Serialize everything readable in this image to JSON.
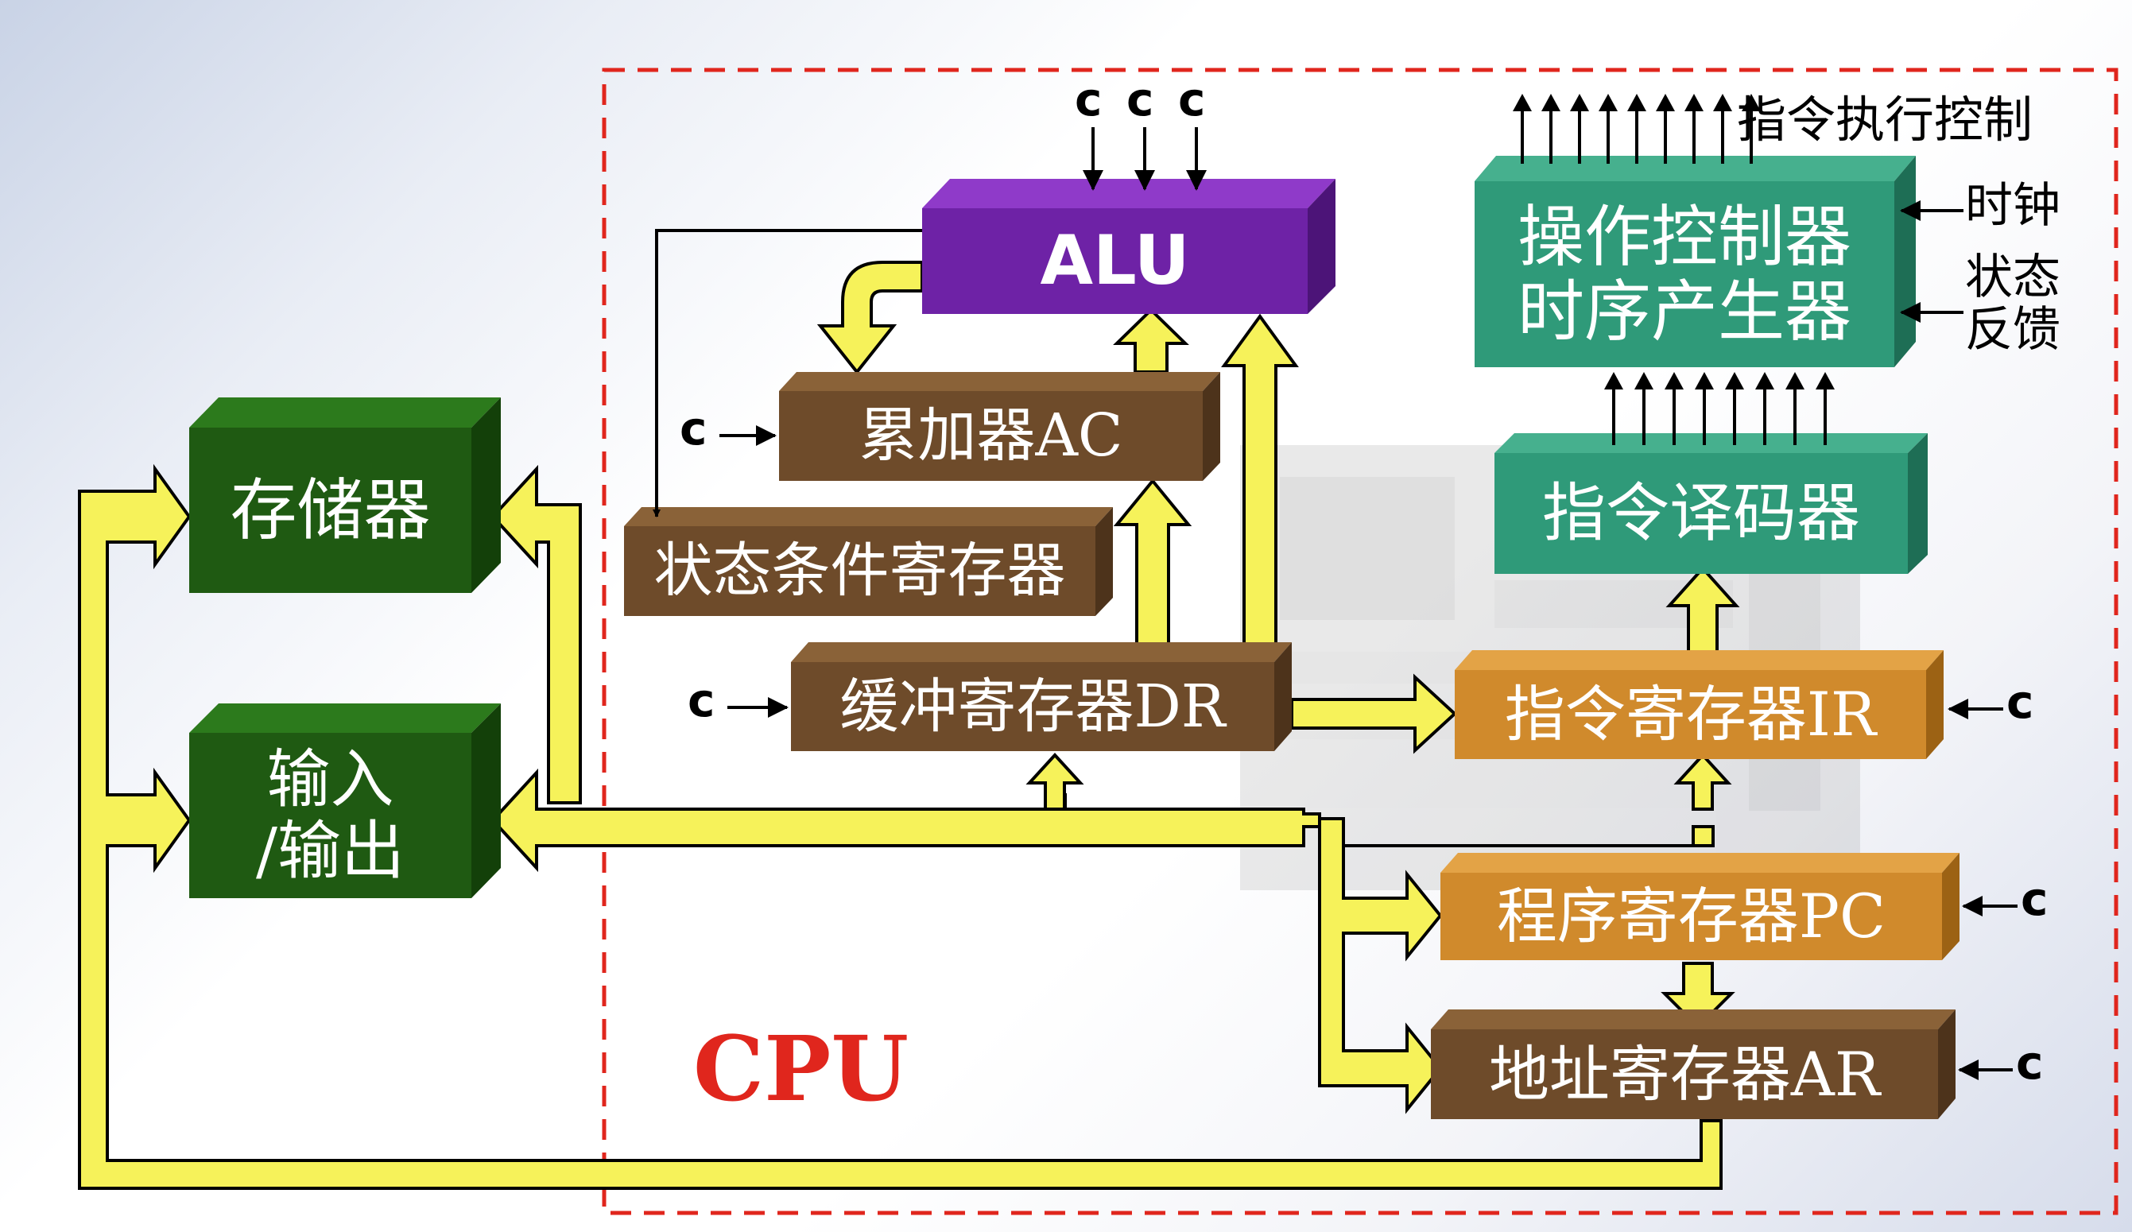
{
  "blocks": {
    "memory": "存储器",
    "io_line1": "输入",
    "io_line2": "/输出",
    "alu": "ALU",
    "accumulator": "累加器AC",
    "status_register": "状态条件寄存器",
    "buffer_register": "缓冲寄存器DR",
    "instruction_register": "指令寄存器IR",
    "program_counter": "程序寄存器PC",
    "address_register": "地址寄存器AR",
    "decoder": "指令译码器",
    "controller_line1": "操作控制器",
    "controller_line2": "时序产生器"
  },
  "labels": {
    "cpu": "CPU",
    "control_signal": "c",
    "exec_control": "指令执行控制",
    "clock": "时钟",
    "status_feedback_line1": "状态",
    "status_feedback_line2": "反馈"
  },
  "colors": {
    "dark_green": "#1f5a12",
    "brown": "#6e4b2a",
    "orange": "#d08a2c",
    "teal": "#2f9a79",
    "purple": "#6e22a6",
    "bus_yellow": "#f6f25a",
    "cpu_border": "#e0261d"
  }
}
